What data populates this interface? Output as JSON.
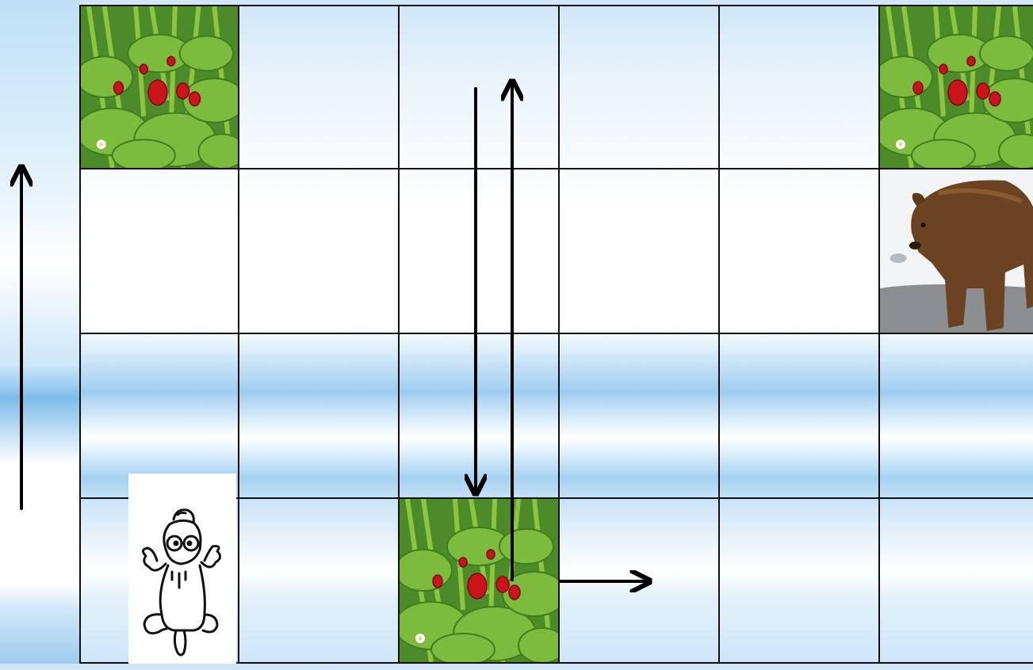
{
  "game": {
    "board": {
      "rows": 4,
      "cols": 6
    },
    "pieces": [
      {
        "type": "strawberry-bush",
        "row": 0,
        "col": 0
      },
      {
        "type": "strawberry-bush",
        "row": 0,
        "col": 5
      },
      {
        "type": "brown-bear",
        "row": 1,
        "col": 5
      },
      {
        "type": "strawberry-bush",
        "row": 3,
        "col": 2
      },
      {
        "type": "cartoon-character",
        "row": 3,
        "col": 0
      }
    ],
    "path_arrows": [
      {
        "direction": "up",
        "name": "left-up-arrow"
      },
      {
        "direction": "down",
        "name": "middle-down-arrow"
      },
      {
        "direction": "up",
        "name": "middle-up-arrow"
      },
      {
        "direction": "right",
        "name": "bottom-right-arrow"
      }
    ]
  },
  "colors": {
    "grid_line": "#111111",
    "arrow": "#000000",
    "leaf": "#5aa02c",
    "berry": "#c8141a",
    "bear": "#6b4322"
  }
}
